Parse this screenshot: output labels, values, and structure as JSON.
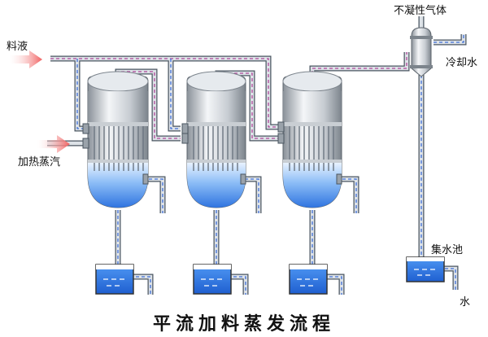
{
  "labels": {
    "feed": "料液",
    "heating_steam": "加热蒸汽",
    "noncondensable_gas": "不凝性气体",
    "cooling_water": "冷却水",
    "collecting_tank": "集水池",
    "water": "水"
  },
  "title": "平流加料蒸发流程",
  "colors": {
    "pipe_fill": "#d8dde2",
    "pipe_edge": "#4a5560",
    "pipe_dash": "#b0479a",
    "shell_light": "#f4f6f8",
    "shell_dark": "#8c949c",
    "liquid_light": "#d2e6ff",
    "liquid_dark": "#2f74e0",
    "tank_water": "#2f7ff0",
    "arrow": "#f07a7a"
  }
}
